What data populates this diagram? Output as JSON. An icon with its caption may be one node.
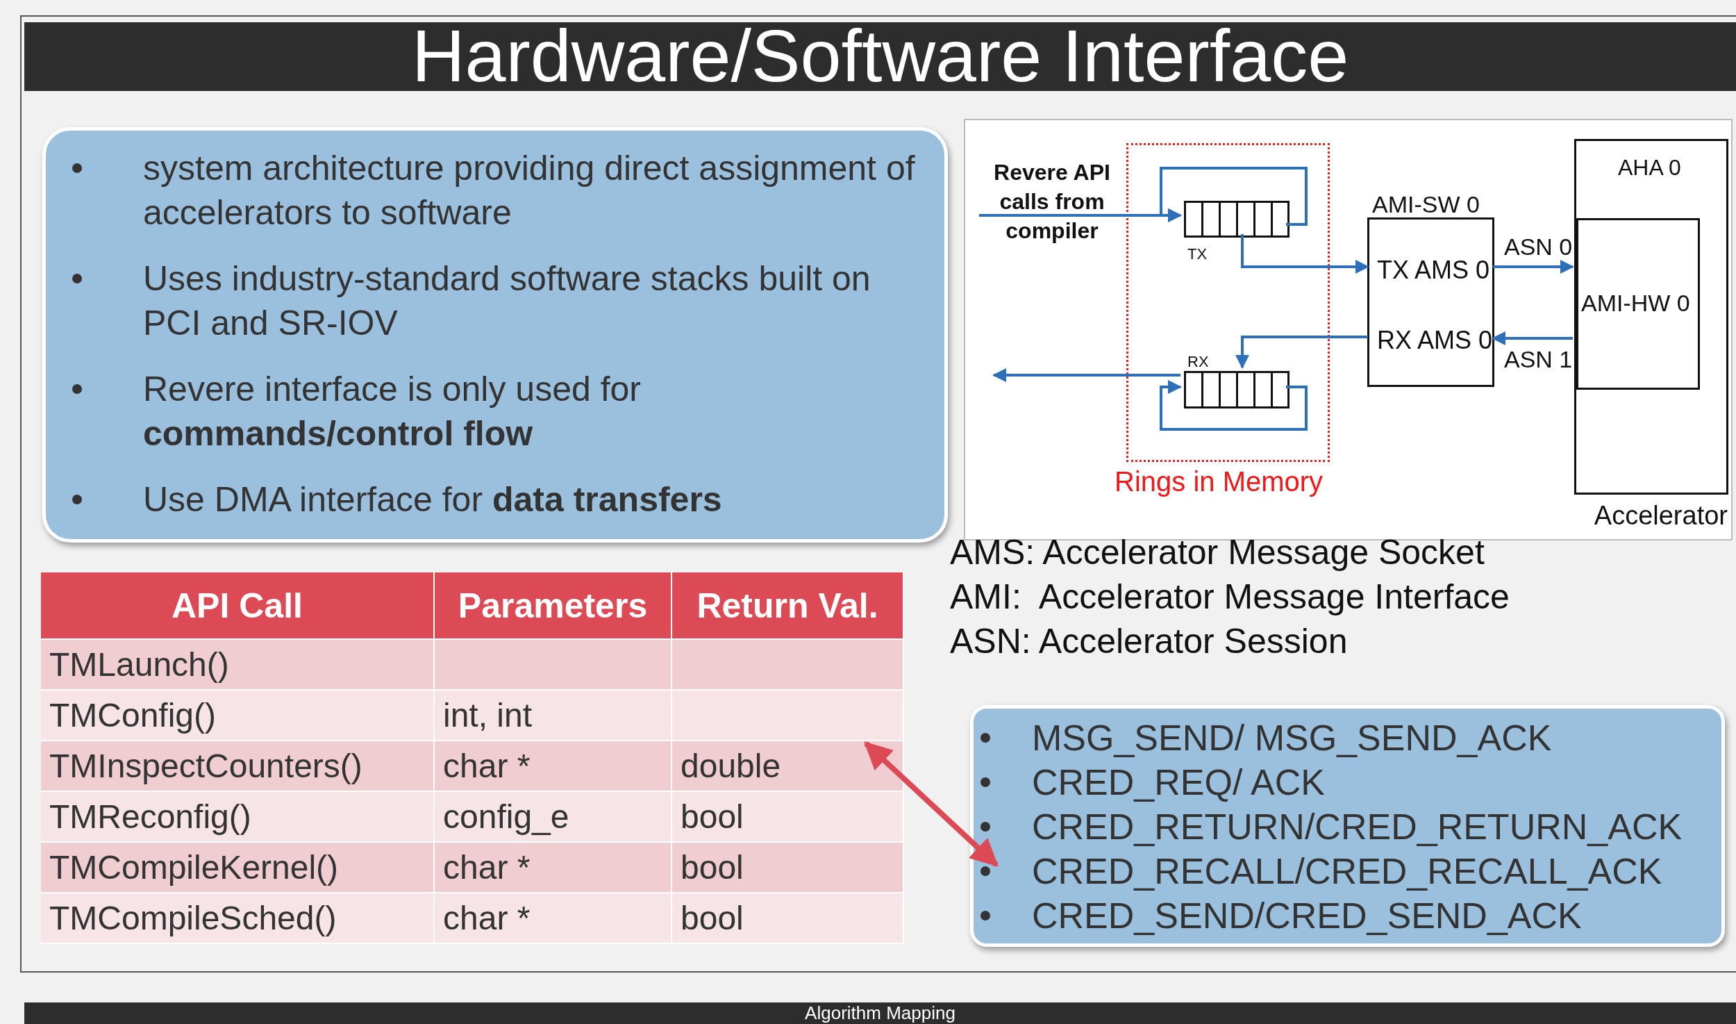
{
  "diagram": {
    "title": "Hardware/Software Interface",
    "nodes": [
      {
        "text": [
          "system architecture providing direct assignment of accelerators to software",
          "Uses industry-standard software stacks built on PCI and SR-IOV",
          "Revere interface is only used for **commands/control flow**",
          "Use DMA interface for **data transfers**"
        ]
      },
      {
        "text": [
          "API Call",
          "Parameters",
          "Return Val.",
          "TMLaunch()",
          "TMConfig()",
          "int, int",
          "TMInspectCounters()",
          "char *",
          "double",
          "TMReconfig()",
          "config_e",
          "bool",
          "TMCompileKernel()",
          "char *",
          "bool",
          "TMCompileSched()",
          "char *",
          "bool"
        ]
      },
      {
        "text": [
          "MSG_SEND/ MSG_SEND_ACK",
          "CRED_REQ/ ACK",
          "CRED_RETURN/CRED_RETURN_ACK",
          "CRED_RECALL/CRED_RECALL_ACK",
          "CRED_SEND/CRED_SEND_ACK"
        ]
      },
      {
        "text": [],
        "shape": "box"
      },
      {
        "text": [
          "Revere API calls from compiler"
        ],
        "in": 3
      },
      {
        "text": [
          "Rings in Memory"
        ],
        "in": 3
      },
      {
        "text": [
          "TX"
        ],
        "in": 5
      },
      {
        "text": [
          "RX"
        ],
        "in": 5
      },
      {
        "text": [
          "AMI-SW 0"
        ],
        "in": 3
      },
      {
        "text": [
          "TX AMS 0"
        ],
        "in": 8
      },
      {
        "text": [
          "RX AMS 0"
        ],
        "in": 8
      },
      {
        "text": [
          "AHA 0",
          "Accelerator"
        ],
        "in": 3
      },
      {
        "text": [
          "AMI-HW 0"
        ],
        "in": 11
      }
    ],
    "edges": [
      {
        "from": 4,
        "to": 6,
        "arrow": "to"
      },
      {
        "from": 6,
        "to": 6,
        "arrow": "to"
      },
      {
        "from": 6,
        "to": 9,
        "arrow": "to"
      },
      {
        "from": 9,
        "to": 12,
        "arrow": "to",
        "label": "ASN 0"
      },
      {
        "from": 12,
        "to": 10,
        "arrow": "to",
        "label": "ASN 1"
      },
      {
        "from": 10,
        "to": 7,
        "arrow": "to"
      },
      {
        "from": 7,
        "to": 7,
        "arrow": "to"
      },
      {
        "from": 7,
        "to": null,
        "arrow": "to"
      },
      {
        "from": 1,
        "to": 2,
        "arrow": "both",
        "style": "thick",
        "color": "#dc4b55"
      }
    ],
    "labels": [
      "AMS: Accelerator Message Socket",
      "AMI:  Accelerator Message Interface",
      "ASN: Accelerator Session",
      "Algorithm Mapping"
    ]
  }
}
